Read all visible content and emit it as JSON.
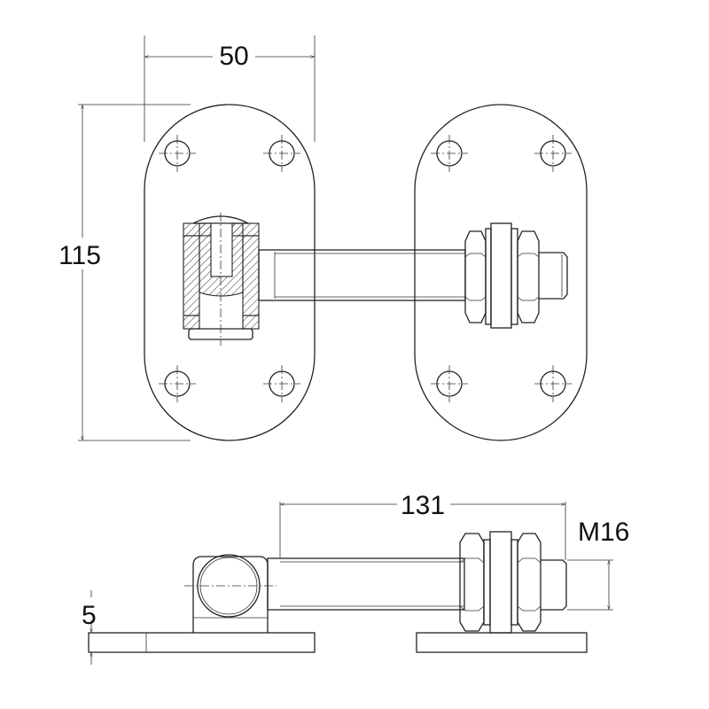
{
  "dimensions": {
    "plate_width": "50",
    "plate_height": "115",
    "bar_length": "131",
    "thread_size": "M16",
    "plate_thickness": "5"
  },
  "colors": {
    "line": "#222222",
    "background": "#ffffff"
  }
}
